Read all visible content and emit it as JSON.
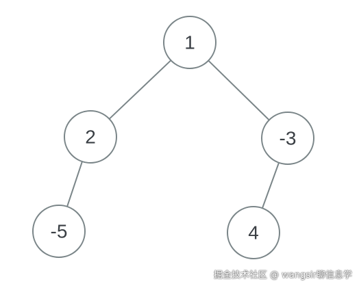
{
  "tree": {
    "nodes": [
      {
        "id": "n1",
        "label": "1"
      },
      {
        "id": "n2",
        "label": "2"
      },
      {
        "id": "n3",
        "label": "-3"
      },
      {
        "id": "n4",
        "label": "-5"
      },
      {
        "id": "n5",
        "label": "4"
      }
    ],
    "edges": [
      {
        "from": "n1",
        "to": "n2"
      },
      {
        "from": "n1",
        "to": "n3"
      },
      {
        "from": "n2",
        "to": "n4"
      },
      {
        "from": "n3",
        "to": "n5"
      }
    ],
    "colors": {
      "stroke": "#7a8588",
      "text": "#3a3f44",
      "fill": "#ffffff"
    }
  },
  "watermark": "掘金技术社区 @ wangsir聊信息学"
}
